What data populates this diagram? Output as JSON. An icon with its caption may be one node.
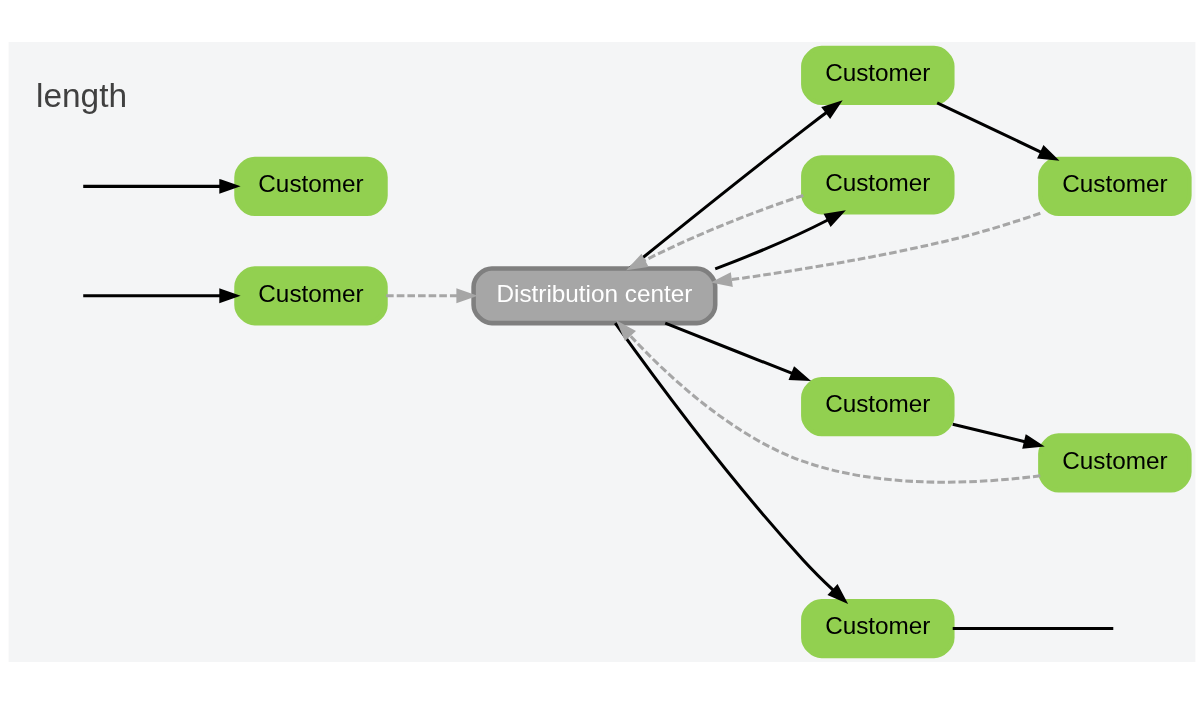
{
  "diagram": {
    "nodes": [
      {
        "text": [
          "Distribution center"
        ]
      },
      {
        "text": [
          "Customer"
        ]
      },
      {
        "text": [
          "Customer"
        ]
      },
      {
        "text": [
          "Customer"
        ]
      },
      {
        "text": [
          "Customer"
        ]
      },
      {
        "text": [
          "Customer"
        ]
      },
      {
        "text": [
          "Customer"
        ]
      },
      {
        "text": [
          "Customer"
        ]
      },
      {
        "text": [
          "Customer"
        ]
      }
    ],
    "edges": [
      {
        "from": 0,
        "to": 1,
        "arrow": "to"
      },
      {
        "from": 1,
        "to": 2,
        "arrow": "to"
      },
      {
        "from": 2,
        "to": 0,
        "arrow": "to",
        "style": "dashed",
        "color": "#a6a6a6"
      },
      {
        "from": 0,
        "to": 3,
        "arrow": "to"
      },
      {
        "from": 3,
        "to": 0,
        "arrow": "to",
        "style": "dashed",
        "color": "#a6a6a6"
      },
      {
        "from": 0,
        "to": 4,
        "arrow": "to"
      },
      {
        "from": 4,
        "to": 5,
        "arrow": "to"
      },
      {
        "from": 5,
        "to": 0,
        "arrow": "to",
        "style": "dashed",
        "color": "#a6a6a6"
      },
      {
        "from": 6,
        "to": 0,
        "arrow": "to",
        "style": "dashed",
        "color": "#a6a6a6"
      },
      {
        "from": null,
        "to": 6,
        "arrow": "to"
      },
      {
        "from": null,
        "to": 7,
        "arrow": "to"
      },
      {
        "from": 0,
        "to": 8,
        "arrow": "to"
      },
      {
        "from": 8,
        "to": null,
        "arrow": "none"
      }
    ],
    "labels": [
      "length"
    ]
  }
}
